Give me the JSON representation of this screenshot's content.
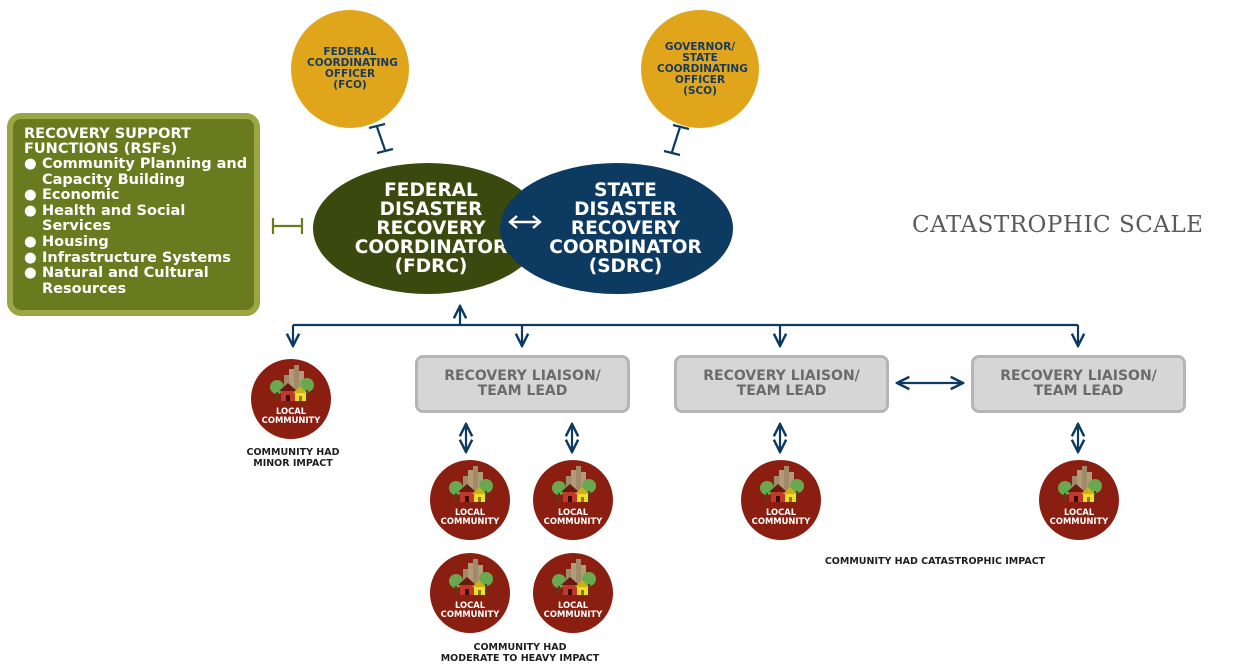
{
  "fco": {
    "label": "FEDERAL\nCOORDINATING\nOFFICER\n(FCO)"
  },
  "sco": {
    "label": "GOVERNOR/\nSTATE\nCOORDINATING\nOFFICER\n(SCO)"
  },
  "fdrc": {
    "label": "FEDERAL\nDISASTER\nRECOVERY\nCOORDINATOR\n(FDRC)"
  },
  "sdrc": {
    "label": "STATE\nDISASTER\nRECOVERY\nCOORDINATOR\n(SDRC)"
  },
  "rsf": {
    "title": "RECOVERY SUPPORT\nFUNCTIONS (RSFs)",
    "bullet": "●",
    "items": [
      {
        "label": "Community Planning and Capacity Building"
      },
      {
        "label": "Economic"
      },
      {
        "label": "Health and Social Services"
      },
      {
        "label": "Housing"
      },
      {
        "label": "Infrastructure Systems"
      },
      {
        "label": "Natural and Cultural Resources"
      }
    ]
  },
  "scale_label": "CATASTROPHIC SCALE",
  "liaisons": [
    {
      "label": "RECOVERY LIAISON/\nTEAM LEAD"
    },
    {
      "label": "RECOVERY LIAISON/\nTEAM LEAD"
    },
    {
      "label": "RECOVERY LIAISON/\nTEAM LEAD"
    }
  ],
  "community_label": "LOCAL\nCOMMUNITY",
  "captions": {
    "minor": "COMMUNITY HAD\nMINOR IMPACT",
    "moderate": "COMMUNITY HAD\nMODERATE TO HEAVY IMPACT",
    "catastrophic": "COMMUNITY HAD CATASTROPHIC IMPACT"
  },
  "colors": {
    "federal": "#3a4a0e",
    "state": "#0d3a61",
    "officer": "#e0a51b",
    "rsf": "#6a7a1e",
    "community": "#8a1e10",
    "liaison": "#d6d6d6",
    "connector": "#0d3a61"
  }
}
